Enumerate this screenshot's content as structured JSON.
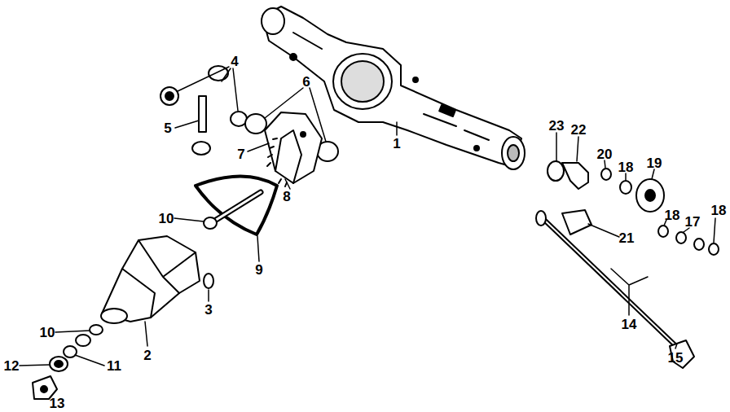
{
  "diagram": {
    "labels": [
      "4",
      "6",
      "5",
      "7",
      "1",
      "23",
      "22",
      "20",
      "18",
      "19",
      "8",
      "10",
      "18",
      "17",
      "18",
      "21",
      "9",
      "3",
      "14",
      "10",
      "2",
      "12",
      "11",
      "15",
      "13"
    ]
  }
}
